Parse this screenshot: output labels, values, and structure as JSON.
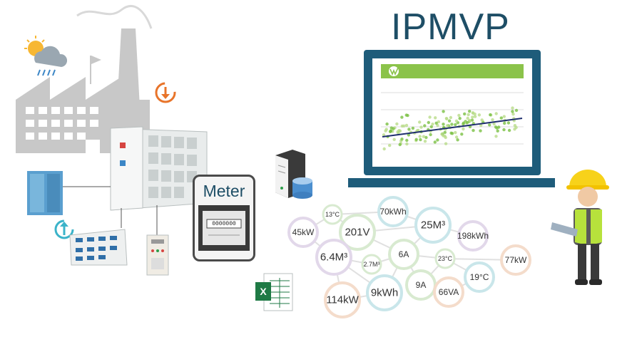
{
  "title": "IPMVP",
  "meter_label": "Meter",
  "meter_readout": "0000000",
  "excel_letter": "X",
  "colors": {
    "title": "#1e4e66",
    "monitor": "#1e5c7a",
    "chart_header": "#8bc34a",
    "scatter": "#7bc043",
    "trend": "#1e2e6e",
    "factory": "#c8c8c8",
    "helmet": "#f7d21a",
    "vest": "#b7e23c",
    "excel": "#1f7a45"
  },
  "icons": [
    "weather-icon",
    "download-icon",
    "upload-icon",
    "server-database-icon",
    "excel-file-icon",
    "logo-icon"
  ],
  "measurements": [
    {
      "id": "m1",
      "label": "13°C",
      "ring": "#d8ead0",
      "size": "s"
    },
    {
      "id": "m2",
      "label": "70kWh",
      "ring": "#c9e6ea",
      "size": "m"
    },
    {
      "id": "m3",
      "label": "45kW",
      "ring": "#e2d8ea",
      "size": "m"
    },
    {
      "id": "m4",
      "label": "201V",
      "ring": "#d8ead0",
      "size": "l"
    },
    {
      "id": "m5",
      "label": "25M³",
      "ring": "#c9e6ea",
      "size": "l"
    },
    {
      "id": "m6",
      "label": "198kWh",
      "ring": "#e2d8ea",
      "size": "m"
    },
    {
      "id": "m7",
      "label": "6.4M³",
      "ring": "#e2d8ea",
      "size": "l"
    },
    {
      "id": "m8",
      "label": "2.7M³",
      "ring": "#d8ead0",
      "size": "s"
    },
    {
      "id": "m9",
      "label": "6A",
      "ring": "#d8ead0",
      "size": "m"
    },
    {
      "id": "m10",
      "label": "23°C",
      "ring": "#d8ead0",
      "size": "s"
    },
    {
      "id": "m11",
      "label": "77kW",
      "ring": "#f4dccb",
      "size": "m"
    },
    {
      "id": "m12",
      "label": "19°C",
      "ring": "#c9e6ea",
      "size": "m"
    },
    {
      "id": "m13",
      "label": "9A",
      "ring": "#d8ead0",
      "size": "m"
    },
    {
      "id": "m14",
      "label": "66VA",
      "ring": "#f4dccb",
      "size": "m"
    },
    {
      "id": "m15",
      "label": "9kWh",
      "ring": "#c9e6ea",
      "size": "l"
    },
    {
      "id": "m16",
      "label": "114kW",
      "ring": "#f4dccb",
      "size": "l"
    }
  ],
  "links": [
    [
      "m1",
      "m2"
    ],
    [
      "m1",
      "m3"
    ],
    [
      "m1",
      "m4"
    ],
    [
      "m2",
      "m5"
    ],
    [
      "m4",
      "m5"
    ],
    [
      "m5",
      "m6"
    ],
    [
      "m4",
      "m7"
    ],
    [
      "m3",
      "m7"
    ],
    [
      "m7",
      "m8"
    ],
    [
      "m8",
      "m9"
    ],
    [
      "m4",
      "m9"
    ],
    [
      "m5",
      "m9"
    ],
    [
      "m9",
      "m10"
    ],
    [
      "m10",
      "m11"
    ],
    [
      "m10",
      "m12"
    ],
    [
      "m9",
      "m13"
    ],
    [
      "m13",
      "m14"
    ],
    [
      "m12",
      "m14"
    ],
    [
      "m7",
      "m15"
    ],
    [
      "m9",
      "m15"
    ],
    [
      "m7",
      "m16"
    ],
    [
      "m15",
      "m16"
    ],
    [
      "m10",
      "m13"
    ]
  ]
}
